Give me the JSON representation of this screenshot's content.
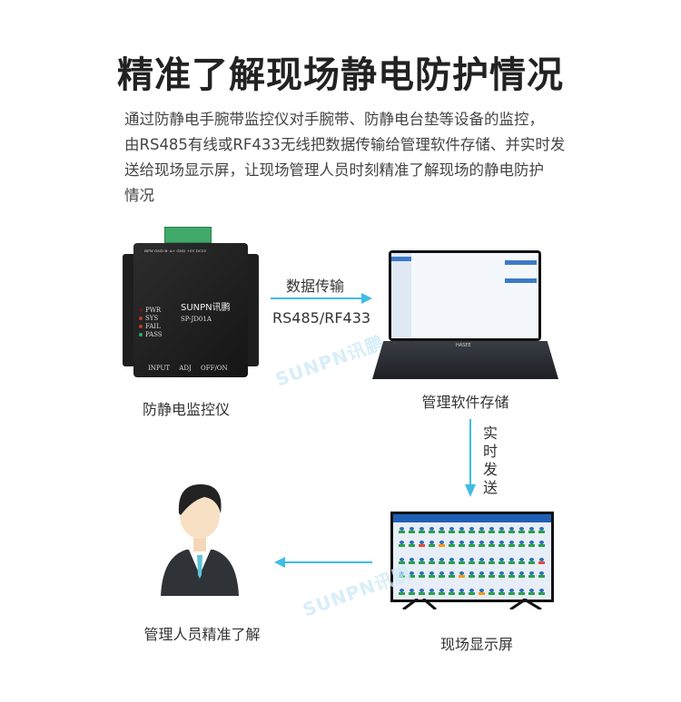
{
  "title": "精准了解现场静电防护情况",
  "description": [
    "通过防静电手腕带监控仪对手腕带、防静电台垫等设备的监控，",
    "由RS485有线或RF433无线把数据传输给管理软件存储、并实时发",
    "送给现场显示屏，让现场管理人员时刻精准了解现场的静电防护",
    "情况"
  ],
  "nodes": {
    "device": "防静电监控仪",
    "software": "管理软件存储",
    "display": "现场显示屏",
    "manager": "管理人员精准了解"
  },
  "arrows": {
    "transfer_top": "数据传输",
    "transfer_bottom": "RS485/RF433",
    "realtime": [
      "实",
      "时",
      "发",
      "送"
    ]
  },
  "device_panel": {
    "brand": "SUNPN讯鹏",
    "model": "SP-JD01A",
    "leds": [
      "PWR",
      "SYS",
      "FAIL",
      "PASS"
    ],
    "ports": [
      "INPUT",
      "ADJ",
      "OFF/ON"
    ],
    "terminal": "RPW GND B- A+ GND +5V   DC5V"
  },
  "laptop_brand": "HASEE",
  "watermark": "SUNPN讯鹏",
  "colors": {
    "arrow": "#3fbde6",
    "led_red": "#c0392b",
    "led_green": "#27ae60",
    "worker_ok": "#2aa04a",
    "worker_alarm": "#e74c3c",
    "worker_warn": "#f39c12"
  }
}
